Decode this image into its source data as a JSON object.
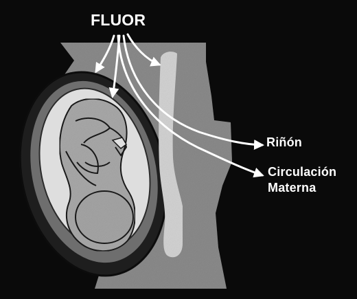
{
  "title": "FLUOR",
  "labels": {
    "kidney": "Riñón",
    "circulation_line1": "Circulación",
    "circulation_line2": "Materna"
  },
  "colors": {
    "background": "#0a0a0a",
    "body_gray": "#8a8a8a",
    "uterus_dark": "#1e1e1e",
    "amniotic_light": "#dedede",
    "fetus_gray": "#a8a8a8",
    "arrow_white": "#ffffff"
  }
}
